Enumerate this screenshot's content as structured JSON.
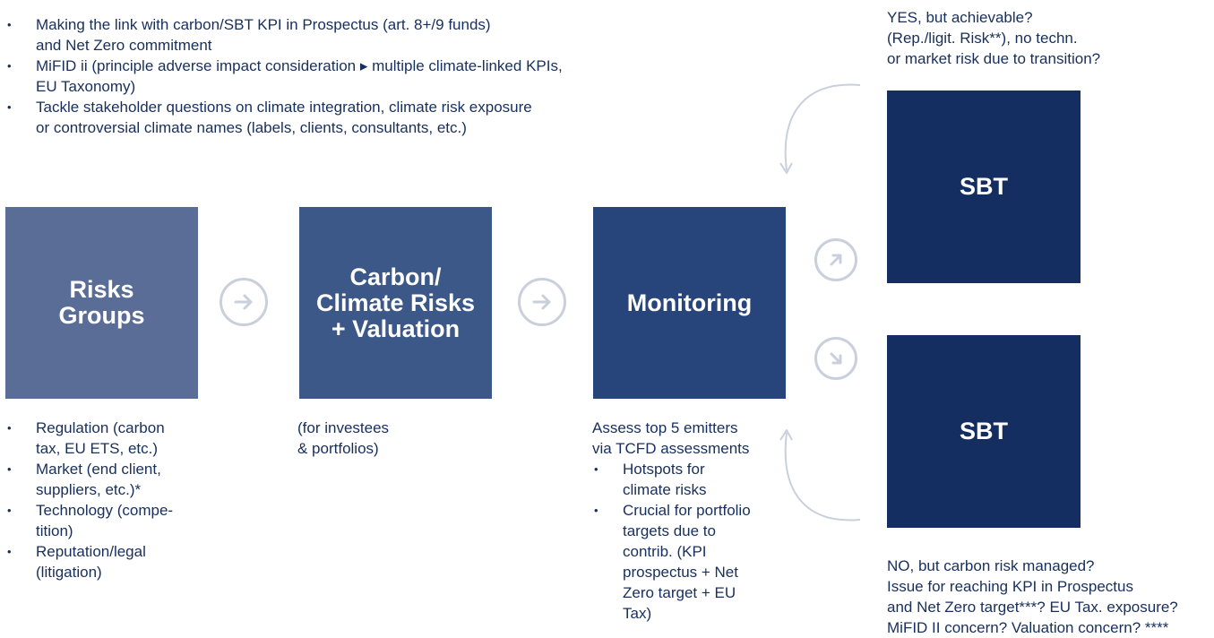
{
  "top_bullets": [
    "Making the link with carbon/SBT KPI in Prospectus (art. 8+/9 funds)\nand Net Zero commitment",
    "MiFID ii (principle adverse impact consideration ▸ multiple climate-linked KPIs,\nEU Taxonomy)",
    "Tackle stakeholder questions on climate integration, climate risk exposure\nor controversial climate names (labels, clients, consultants, etc.)"
  ],
  "boxes": {
    "risks": "Risks\nGroups",
    "carbon": "Carbon/\nClimate Risks\n+ Valuation",
    "monitoring": "Monitoring",
    "sbt_top": "SBT",
    "sbt_bottom": "SBT"
  },
  "risks_bullets": [
    "Regulation (carbon\ntax, EU ETS, etc.)",
    "Market (end client,\nsuppliers, etc.)*",
    "Technology (compe-\ntition)",
    "Reputation/legal\n(litigation)"
  ],
  "carbon_note": "(for investees\n& portfolios)",
  "monitoring_intro": "Assess top 5 emitters\nvia TCFD assessments",
  "monitoring_bullets": [
    "Hotspots for\nclimate risks",
    "Crucial for portfolio\ntargets due to\ncontrib. (KPI\nprospectus + Net\nZero target + EU\nTax)"
  ],
  "yes_text": "YES, but achievable?\n(Rep./ligit. Risk**), no techn.\nor market risk due to transition?",
  "no_text": "NO, but carbon risk managed?\nIssue for reaching KPI in Prospectus\nand Net Zero target***? EU Tax. exposure?\nMiFID II concern? Valuation concern? ****",
  "colors": {
    "text": "#172f5c",
    "risks_box": "#5a6d97",
    "carbon_box": "#3c5888",
    "monitoring_box": "#28457b",
    "sbt_box": "#152e62",
    "arrow_circle": "#c9d0dc"
  },
  "icons": [
    "arrow-right-icon",
    "arrow-up-right-icon",
    "arrow-down-right-icon",
    "curved-arrow-icon"
  ]
}
